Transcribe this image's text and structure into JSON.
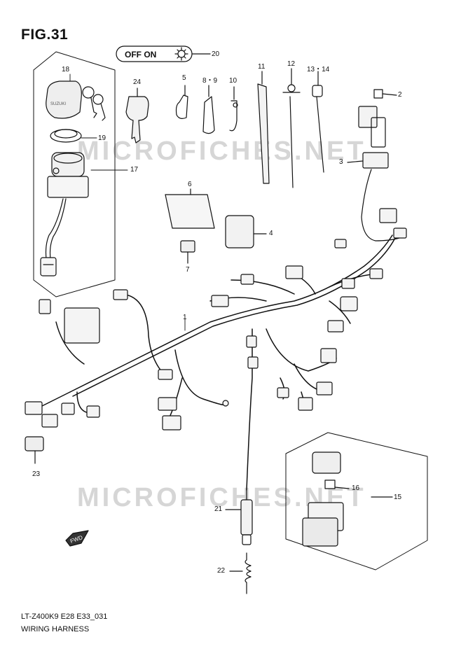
{
  "figure": {
    "title": "FIG.31",
    "code": "LT-Z400K9 E28 E33_031",
    "name": "WIRING HARNESS",
    "watermark": "MICROFICHES.NET",
    "switch_label": "OFF ON",
    "fwd_label": "FWD"
  },
  "callouts": [
    {
      "id": "c1",
      "label": "1"
    },
    {
      "id": "c2",
      "label": "2"
    },
    {
      "id": "c3",
      "label": "3"
    },
    {
      "id": "c4",
      "label": "4"
    },
    {
      "id": "c5",
      "label": "5"
    },
    {
      "id": "c6",
      "label": "6"
    },
    {
      "id": "c7",
      "label": "7"
    },
    {
      "id": "c89",
      "label": "8・9"
    },
    {
      "id": "c10",
      "label": "10"
    },
    {
      "id": "c11",
      "label": "11"
    },
    {
      "id": "c12",
      "label": "12"
    },
    {
      "id": "c1314",
      "label": "13・14"
    },
    {
      "id": "c15",
      "label": "15"
    },
    {
      "id": "c16",
      "label": "16"
    },
    {
      "id": "c17",
      "label": "17"
    },
    {
      "id": "c18",
      "label": "18"
    },
    {
      "id": "c19",
      "label": "19"
    },
    {
      "id": "c20",
      "label": "20"
    },
    {
      "id": "c21",
      "label": "21"
    },
    {
      "id": "c22",
      "label": "22"
    },
    {
      "id": "c23",
      "label": "23"
    },
    {
      "id": "c24",
      "label": "24"
    }
  ]
}
